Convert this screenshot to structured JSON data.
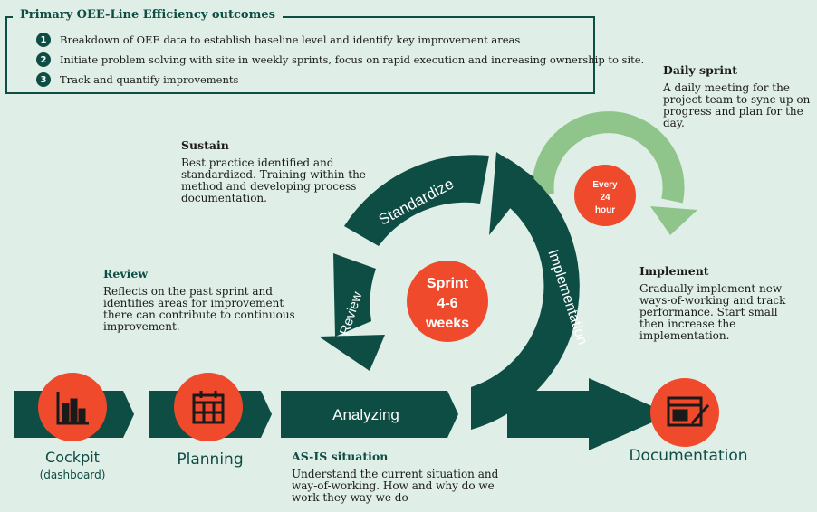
{
  "outcomes": {
    "title": "Primary OEE-Line Efficiency outcomes",
    "items": [
      {
        "num": "1",
        "text": "Breakdown of OEE data to establish baseline level and identify key improvement areas"
      },
      {
        "num": "2",
        "text": "Initiate problem solving with site in weekly sprints, focus on rapid execution and increasing ownership to site."
      },
      {
        "num": "3",
        "text": "Track and quantify improvements"
      }
    ]
  },
  "daily_sprint": {
    "heading": "Daily sprint",
    "text": "A daily meeting for the project team to sync up on progress and plan for the day.",
    "badge": [
      "Every",
      "24",
      "hour"
    ]
  },
  "sustain": {
    "heading": "Sustain",
    "text": "Best practice identified and standardized. Training within the method and developing process documentation."
  },
  "review": {
    "heading": "Review",
    "text": "Reflects on the past sprint and identifies areas for improvement there can contribute to continuous improvement."
  },
  "implement": {
    "heading": "Implement",
    "text": "Gradually implement new ways-of-working and track performance. Start small then increase the implementation."
  },
  "as_is": {
    "heading": "AS-IS situation",
    "text": "Understand the current situation and way-of-working. How and why do we work they way we do"
  },
  "cycle": {
    "center": [
      "Sprint",
      "4-6",
      "weeks"
    ],
    "standardize": "Standardize",
    "review": "Review",
    "implementation": "Implementation"
  },
  "flow": {
    "cockpit": "Cockpit",
    "cockpit_sub": "(dashboard)",
    "planning": "Planning",
    "analyzing": "Analyzing",
    "documentation": "Documentation"
  },
  "colors": {
    "dark_teal": "#0e4d44",
    "orange": "#f04a2c",
    "light_green": "#8fc48b",
    "background": "#dfeee6"
  },
  "icons": [
    "bar-chart-icon",
    "calendar-icon",
    "browser-edit-icon"
  ]
}
